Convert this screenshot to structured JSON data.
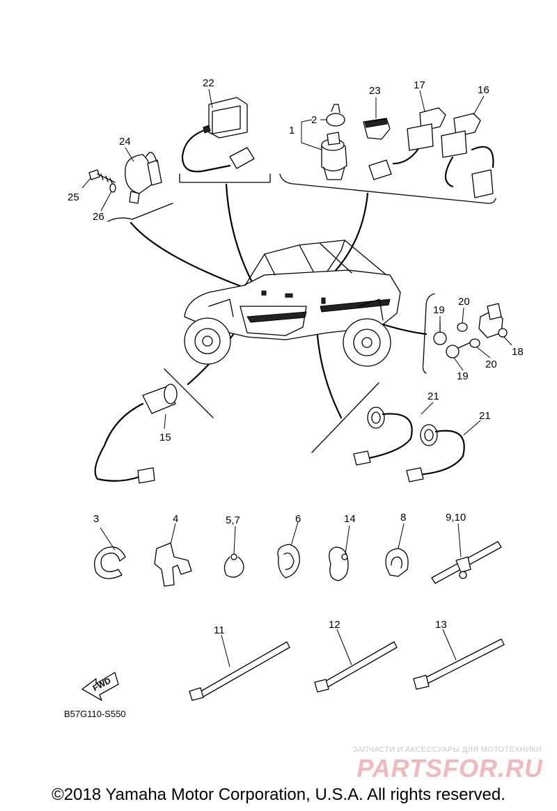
{
  "diagram": {
    "part_labels": [
      {
        "id": "p1",
        "text": "1"
      },
      {
        "id": "p2",
        "text": "2"
      },
      {
        "id": "p3",
        "text": "3"
      },
      {
        "id": "p4",
        "text": "4"
      },
      {
        "id": "p57",
        "text": "5,7"
      },
      {
        "id": "p6",
        "text": "6"
      },
      {
        "id": "p8",
        "text": "8"
      },
      {
        "id": "p910",
        "text": "9,10"
      },
      {
        "id": "p11",
        "text": "11"
      },
      {
        "id": "p12",
        "text": "12"
      },
      {
        "id": "p13",
        "text": "13"
      },
      {
        "id": "p14",
        "text": "14"
      },
      {
        "id": "p15",
        "text": "15"
      },
      {
        "id": "p16",
        "text": "16"
      },
      {
        "id": "p17",
        "text": "17"
      },
      {
        "id": "p18",
        "text": "18"
      },
      {
        "id": "p19a",
        "text": "19"
      },
      {
        "id": "p19b",
        "text": "19"
      },
      {
        "id": "p20a",
        "text": "20"
      },
      {
        "id": "p20b",
        "text": "20"
      },
      {
        "id": "p21a",
        "text": "21"
      },
      {
        "id": "p21b",
        "text": "21"
      },
      {
        "id": "p22",
        "text": "22"
      },
      {
        "id": "p23",
        "text": "23"
      },
      {
        "id": "p24",
        "text": "24"
      },
      {
        "id": "p25",
        "text": "25"
      },
      {
        "id": "p26",
        "text": "26"
      }
    ],
    "fwd_label": "FWD",
    "reference_code": "B57G110-S550"
  },
  "copyright": "©2018 Yamaha Motor Corporation, U.S.A. All rights reserved.",
  "watermark": {
    "tagline": "ЗАПЧАСТИ И АКСЕССУАРЫ ДЛЯ МОТОТЕХНИКИ",
    "logo": "PARTSFOR.RU"
  }
}
